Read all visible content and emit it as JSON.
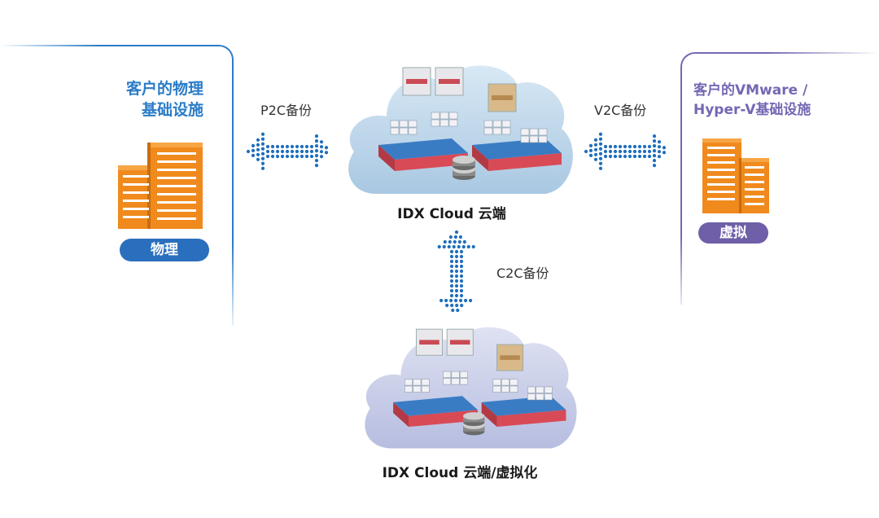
{
  "left_panel": {
    "title_line1": "客户的物理",
    "title_line2": "基础设施",
    "badge": "物理",
    "accent": "#2a7cc7",
    "icon": "server-building-icon"
  },
  "right_panel": {
    "title_line1": "客户的VMware /",
    "title_line2": "Hyper-V基础设施",
    "badge": "虚拟",
    "accent": "#7468b4",
    "icon": "server-building-icon"
  },
  "connections": {
    "p2c": "P2C备份",
    "v2c": "V2C备份",
    "c2c": "C2C备份",
    "arrow_color": "#1f6fbd"
  },
  "clouds": {
    "top_caption": "IDX Cloud 云端",
    "bottom_caption": "IDX Cloud 云端/虚拟化",
    "icon": "cloud-datacenter-icon"
  },
  "colors": {
    "server_orange": "#f08a1c",
    "cloud_top": "#bcd6ea",
    "cloud_bottom": "#c9cfe8"
  }
}
